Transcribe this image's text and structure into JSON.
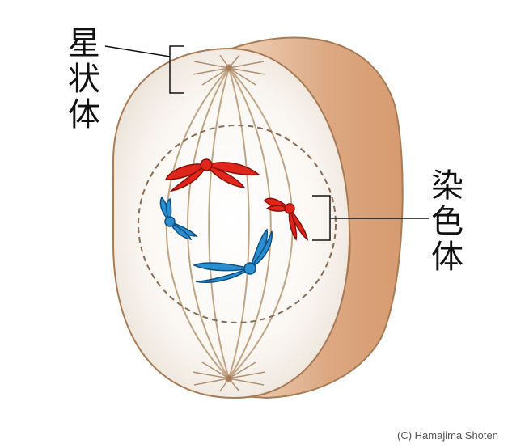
{
  "labels": {
    "aster": [
      "星",
      "状",
      "体"
    ],
    "chromosome": [
      "染",
      "色",
      "体"
    ]
  },
  "copyright": "(C) Hamajima Shoten",
  "colors": {
    "cell_side": "#d9a57c",
    "cell_face": "#f4eee6",
    "outline": "#a87b55",
    "spindle": "#c0a585",
    "red_chromosome": "#e0251b",
    "blue_chromosome": "#2a8fd0"
  }
}
